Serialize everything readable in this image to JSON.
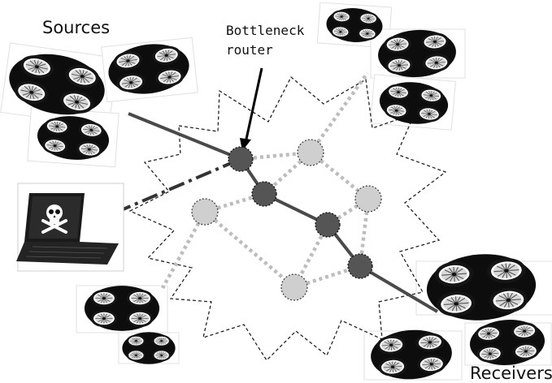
{
  "labels": {
    "sources": "Sources",
    "bottleneck_line1": "Bottleneck",
    "bottleneck_line2": "router",
    "receivers": "Receivers"
  },
  "colors": {
    "active_router": "#555555",
    "idle_router": "#cfcfcf",
    "main_path": "#4a4a4a",
    "idle_link": "#bdbdbd",
    "attack_link": "#333333",
    "cloud_outline": "#222222"
  },
  "icons": {
    "drone": "quadcopter-drone-icon",
    "attacker": "laptop-skull-crossbones-icon"
  }
}
